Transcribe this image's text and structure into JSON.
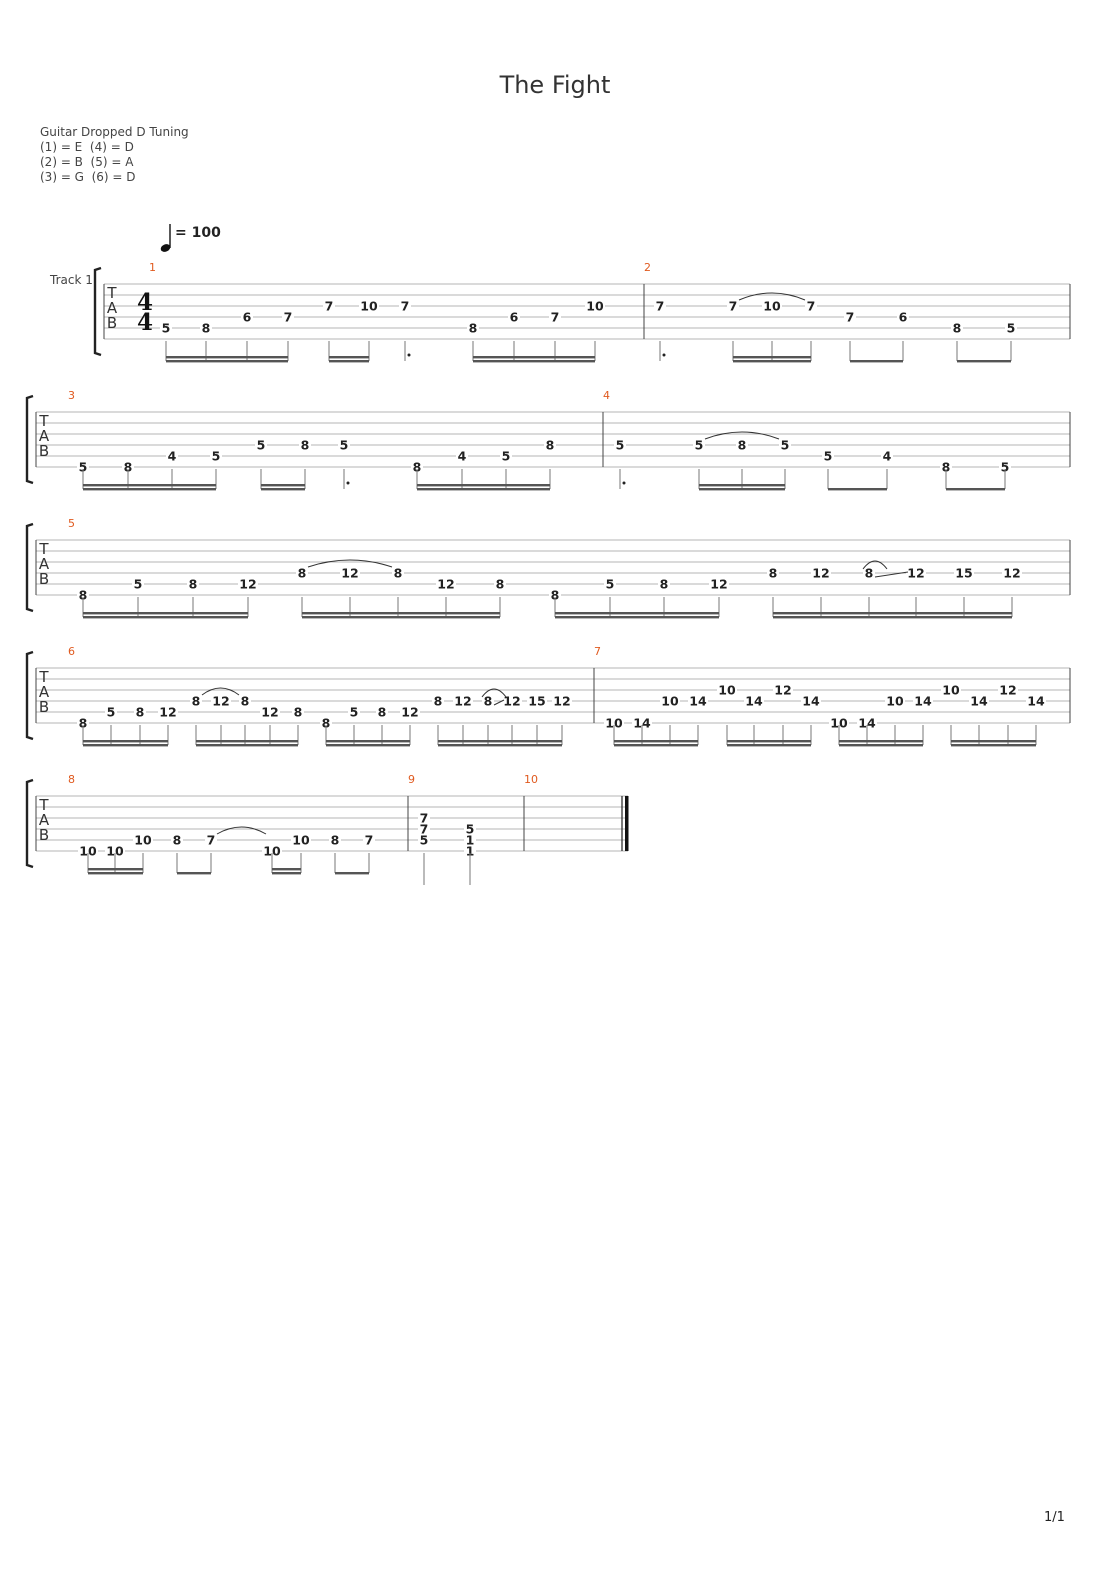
{
  "title": "The Fight",
  "tuning": {
    "instrument": "Guitar Dropped D Tuning",
    "lines": [
      "(1) = E  (4) = D",
      "(2) = B  (5) = A",
      "(3) = G  (6) = D"
    ]
  },
  "tempo": {
    "value": "= 100",
    "icon": "quarter-note-icon"
  },
  "track": {
    "label": "Track 1"
  },
  "page_number": "1/1",
  "time_signature": {
    "top": "4",
    "bottom": "4"
  },
  "tab_clef": [
    "T",
    "A",
    "B"
  ],
  "colors": {
    "measure_number": "#e05a1f",
    "staff": "#bbbbbb",
    "text": "#222222"
  },
  "systems": [
    {
      "first": true,
      "measures": [
        {
          "number": "1",
          "notes": [
            {
              "fret": "5",
              "string": 5
            },
            {
              "fret": "8",
              "string": 5
            },
            {
              "fret": "6",
              "string": 4
            },
            {
              "fret": "7",
              "string": 4
            },
            {
              "fret": "7",
              "string": 3
            },
            {
              "fret": "10",
              "string": 3
            },
            {
              "fret": "7",
              "string": 3
            },
            {
              "fret": "8",
              "string": 5
            },
            {
              "fret": "6",
              "string": 4
            },
            {
              "fret": "7",
              "string": 4
            },
            {
              "fret": "10",
              "string": 3
            }
          ]
        },
        {
          "number": "2",
          "notes": [
            {
              "fret": "7",
              "string": 3
            },
            {
              "fret": "7",
              "string": 3
            },
            {
              "fret": "10",
              "string": 3
            },
            {
              "fret": "7",
              "string": 3
            },
            {
              "fret": "7",
              "string": 4
            },
            {
              "fret": "6",
              "string": 4
            },
            {
              "fret": "8",
              "string": 5
            },
            {
              "fret": "5",
              "string": 5
            }
          ]
        }
      ]
    },
    {
      "measures": [
        {
          "number": "3",
          "notes": [
            {
              "fret": "5",
              "string": 6
            },
            {
              "fret": "8",
              "string": 6
            },
            {
              "fret": "4",
              "string": 5
            },
            {
              "fret": "5",
              "string": 5
            },
            {
              "fret": "5",
              "string": 4
            },
            {
              "fret": "8",
              "string": 4
            },
            {
              "fret": "5",
              "string": 4
            },
            {
              "fret": "8",
              "string": 6
            },
            {
              "fret": "4",
              "string": 5
            },
            {
              "fret": "5",
              "string": 5
            },
            {
              "fret": "8",
              "string": 4
            }
          ]
        },
        {
          "number": "4",
          "notes": [
            {
              "fret": "5",
              "string": 4
            },
            {
              "fret": "5",
              "string": 4
            },
            {
              "fret": "8",
              "string": 4
            },
            {
              "fret": "5",
              "string": 4
            },
            {
              "fret": "5",
              "string": 5
            },
            {
              "fret": "4",
              "string": 5
            },
            {
              "fret": "8",
              "string": 6
            },
            {
              "fret": "5",
              "string": 6
            }
          ]
        }
      ]
    },
    {
      "measures": [
        {
          "number": "5",
          "notes": [
            {
              "fret": "8",
              "string": 6
            },
            {
              "fret": "5",
              "string": 5
            },
            {
              "fret": "8",
              "string": 5
            },
            {
              "fret": "12",
              "string": 5
            },
            {
              "fret": "8",
              "string": 4
            },
            {
              "fret": "12",
              "string": 4
            },
            {
              "fret": "8",
              "string": 4
            },
            {
              "fret": "12",
              "string": 5
            },
            {
              "fret": "8",
              "string": 5
            },
            {
              "fret": "8",
              "string": 6
            },
            {
              "fret": "5",
              "string": 5
            },
            {
              "fret": "8",
              "string": 5
            },
            {
              "fret": "12",
              "string": 5
            },
            {
              "fret": "8",
              "string": 4
            },
            {
              "fret": "12",
              "string": 4
            },
            {
              "fret": "8",
              "string": 4
            },
            {
              "fret": "12",
              "string": 4
            },
            {
              "fret": "15",
              "string": 4
            },
            {
              "fret": "12",
              "string": 4
            }
          ]
        }
      ]
    },
    {
      "measures": [
        {
          "number": "6",
          "notes": [
            {
              "fret": "8",
              "string": 6
            },
            {
              "fret": "5",
              "string": 5
            },
            {
              "fret": "8",
              "string": 5
            },
            {
              "fret": "12",
              "string": 5
            },
            {
              "fret": "8",
              "string": 4
            },
            {
              "fret": "12",
              "string": 4
            },
            {
              "fret": "8",
              "string": 4
            },
            {
              "fret": "12",
              "string": 5
            },
            {
              "fret": "8",
              "string": 5
            },
            {
              "fret": "8",
              "string": 6
            },
            {
              "fret": "5",
              "string": 5
            },
            {
              "fret": "8",
              "string": 5
            },
            {
              "fret": "12",
              "string": 5
            },
            {
              "fret": "8",
              "string": 4
            },
            {
              "fret": "12",
              "string": 4
            },
            {
              "fret": "8",
              "string": 4
            },
            {
              "fret": "12",
              "string": 4
            },
            {
              "fret": "15",
              "string": 4
            },
            {
              "fret": "12",
              "string": 4
            }
          ]
        },
        {
          "number": "7",
          "notes": [
            {
              "fret": "10",
              "string": 6
            },
            {
              "fret": "14",
              "string": 6
            },
            {
              "fret": "10",
              "string": 4
            },
            {
              "fret": "14",
              "string": 4
            },
            {
              "fret": "10",
              "string": 3
            },
            {
              "fret": "14",
              "string": 4
            },
            {
              "fret": "12",
              "string": 3
            },
            {
              "fret": "14",
              "string": 4
            },
            {
              "fret": "10",
              "string": 6
            },
            {
              "fret": "14",
              "string": 6
            },
            {
              "fret": "10",
              "string": 4
            },
            {
              "fret": "14",
              "string": 4
            },
            {
              "fret": "10",
              "string": 3
            },
            {
              "fret": "14",
              "string": 4
            },
            {
              "fret": "12",
              "string": 3
            },
            {
              "fret": "14",
              "string": 4
            }
          ]
        }
      ]
    },
    {
      "measures": [
        {
          "number": "8",
          "notes": [
            {
              "fret": "10",
              "string": 6
            },
            {
              "fret": "10",
              "string": 6
            },
            {
              "fret": "10",
              "string": 5
            },
            {
              "fret": "8",
              "string": 5
            },
            {
              "fret": "7",
              "string": 5
            },
            {
              "fret": "10",
              "string": 6
            },
            {
              "fret": "10",
              "string": 5
            },
            {
              "fret": "8",
              "string": 5
            },
            {
              "fret": "7",
              "string": 5
            }
          ]
        },
        {
          "number": "9",
          "notes": [
            {
              "fret": "7",
              "string": 3
            },
            {
              "fret": "7",
              "string": 4
            },
            {
              "fret": "5",
              "string": 5
            },
            {
              "fret": "5",
              "string": 4
            },
            {
              "fret": "1",
              "string": 5
            },
            {
              "fret": "1",
              "string": 6
            }
          ]
        },
        {
          "number": "10",
          "notes": []
        }
      ]
    }
  ]
}
